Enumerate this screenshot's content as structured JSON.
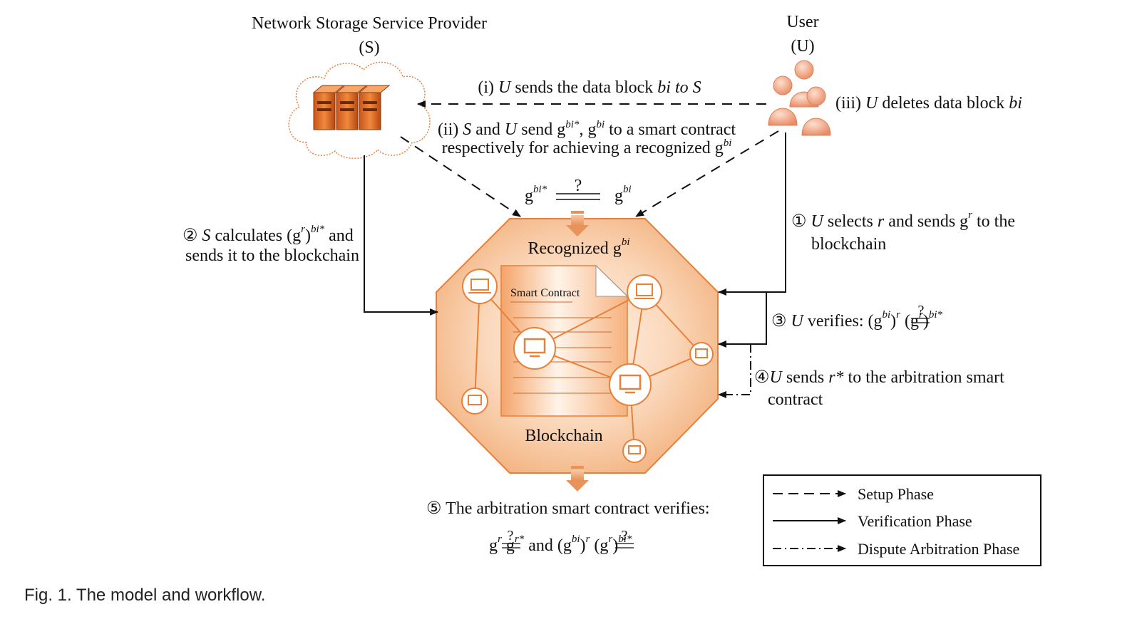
{
  "entities": {
    "provider_title": "Network Storage Service Provider",
    "provider_symbol": "(S)",
    "user_title": "User",
    "user_symbol": "(U)"
  },
  "setup_steps": {
    "i_prefix": "(i) ",
    "i_actor": "U",
    "i_text": " sends the data block ",
    "i_block": "bi to S",
    "ii_line1_prefix": "(ii) ",
    "ii_actor_s": "S",
    "ii_and": " and ",
    "ii_actor_u": "U",
    "ii_send": " send g",
    "ii_sup1": "bi*",
    "ii_comma": ", g",
    "ii_sup2": "bi",
    "ii_tail": " to a smart contract",
    "ii_line2": "respectively for achieving a recognized g",
    "ii_line2_sup": "bi",
    "iii_prefix": "(iii) ",
    "iii_actor": "U",
    "iii_text": " deletes data block ",
    "iii_block": "bi"
  },
  "verification_steps": {
    "s1_mark": "①",
    "s1_actor": "U",
    "s1_a": " selects ",
    "s1_r": "r",
    "s1_b": " and sends g",
    "s1_sup": "r",
    "s1_c": " to the",
    "s1_line2": "blockchain",
    "s2_mark": "②",
    "s2_actor": "S",
    "s2_a": " calculates (g",
    "s2_sup_r": "r",
    "s2_b": ")",
    "s2_sup_bi": "bi*",
    "s2_c": " and",
    "s2_line2": "sends it to the blockchain",
    "s3_mark": "③",
    "s3_actor": "U",
    "s3_a": " verifies: (g",
    "s3_sup_bi": "bi",
    "s3_b": ")",
    "s3_sup_r": "r",
    "s3_q": "?",
    "s3_c": "(g",
    "s3_sup_r2": "r",
    "s3_d": ")",
    "s3_sup_bistar": "bi*"
  },
  "dispute_steps": {
    "s4_mark": "④",
    "s4_actor": "U",
    "s4_a": " sends ",
    "s4_rstar": "r*",
    "s4_b": " to the arbitration smart",
    "s4_line2": "contract",
    "s5_mark": "⑤",
    "s5_text": " The arbitration smart contract verifies:",
    "s5_eq_g1": "g",
    "s5_eq_sup_r": "r",
    "s5_eq_q1": "?",
    "s5_eq_g2": "g",
    "s5_eq_sup_rstar": "r*",
    "s5_eq_and": " and (g",
    "s5_eq_sup_bi": "bi",
    "s5_eq_close": ")",
    "s5_eq_sup_r2": "r",
    "s5_eq_q2": "?",
    "s5_eq_g3": "(g",
    "s5_eq_sup_r3": "r",
    "s5_eq_close2": ")",
    "s5_eq_sup_bistar": "bi*"
  },
  "comparison": {
    "left_g": "g",
    "left_sup": "bi*",
    "question": "?",
    "right_g": "g",
    "right_sup": "bi"
  },
  "blockchain": {
    "recognized_label": "Recognized g",
    "recognized_sup": "bi",
    "contract_title": "Smart Contract",
    "name": "Blockchain"
  },
  "legend": {
    "items": [
      {
        "label": "Setup Phase",
        "style": "dashed"
      },
      {
        "label": "Verification Phase",
        "style": "solid"
      },
      {
        "label": "Dispute Arbitration Phase",
        "style": "dash-dot"
      }
    ]
  },
  "caption": "Fig. 1. The model and workflow.",
  "colors": {
    "accent_orange": "#e8803a",
    "octagon_fill": "#f6c49c",
    "octagon_core": "#fde6d2",
    "server_orange": "#e07a2e",
    "user_pink": "#f3a07c"
  }
}
